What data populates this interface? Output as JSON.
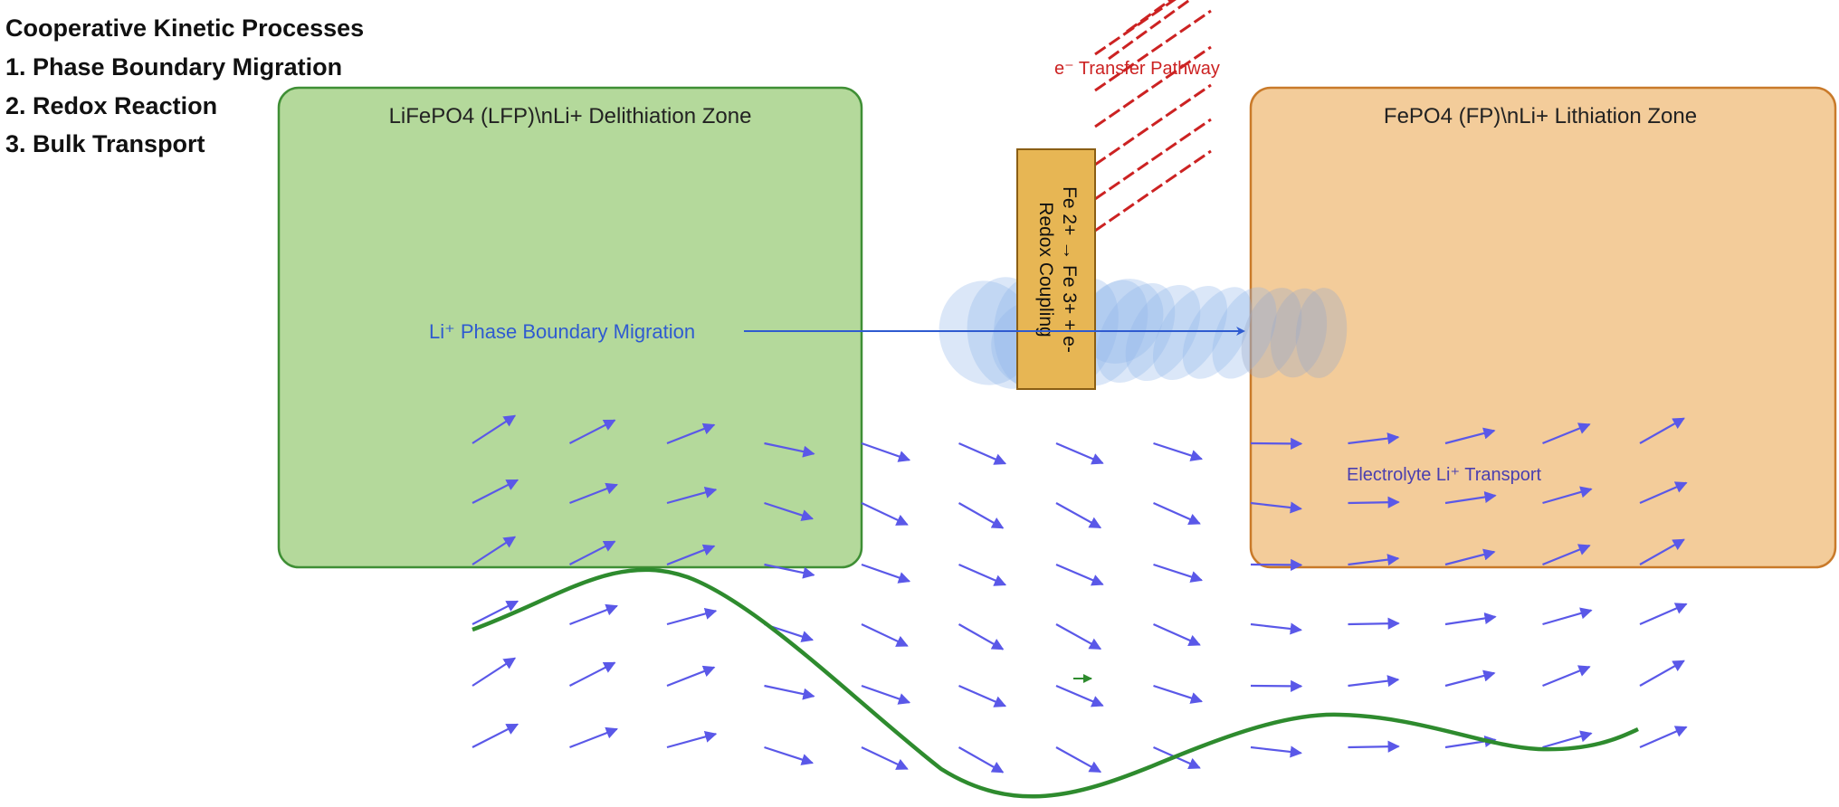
{
  "legend": {
    "title": "Cooperative Kinetic Processes",
    "items": [
      "1. Phase Boundary Migration",
      "2. Redox Reaction",
      "3. Bulk Transport"
    ]
  },
  "zones": {
    "lfp_label": "LiFePO4 (LFP)\\nLi+ Delithiation Zone",
    "fp_label": "FePO4 (FP)\\nLi+ Lithiation Zone"
  },
  "redox": {
    "line1": "Fe 2+ → Fe 3+ + e-",
    "line2": "Redox Coupling"
  },
  "labels": {
    "electron_pathway": "e⁻ Transfer Pathway",
    "phase_boundary": "Li⁺ Phase Boundary Migration",
    "electrolyte": "Electrolyte Li⁺ Transport"
  },
  "colors": {
    "lfp_fill": "#b4d99b",
    "lfp_stroke": "#3f8f35",
    "fp_fill": "#f3cc9a",
    "fp_stroke": "#c97a2a",
    "redox_fill": "#e7b654",
    "redox_stroke": "#8a5e14",
    "electron": "#cc2222",
    "migration": "#2f5bd0",
    "flow_arrows": "#5a58e8",
    "wave": "#2e8b2e",
    "ellipse": "#8fb4ea"
  }
}
